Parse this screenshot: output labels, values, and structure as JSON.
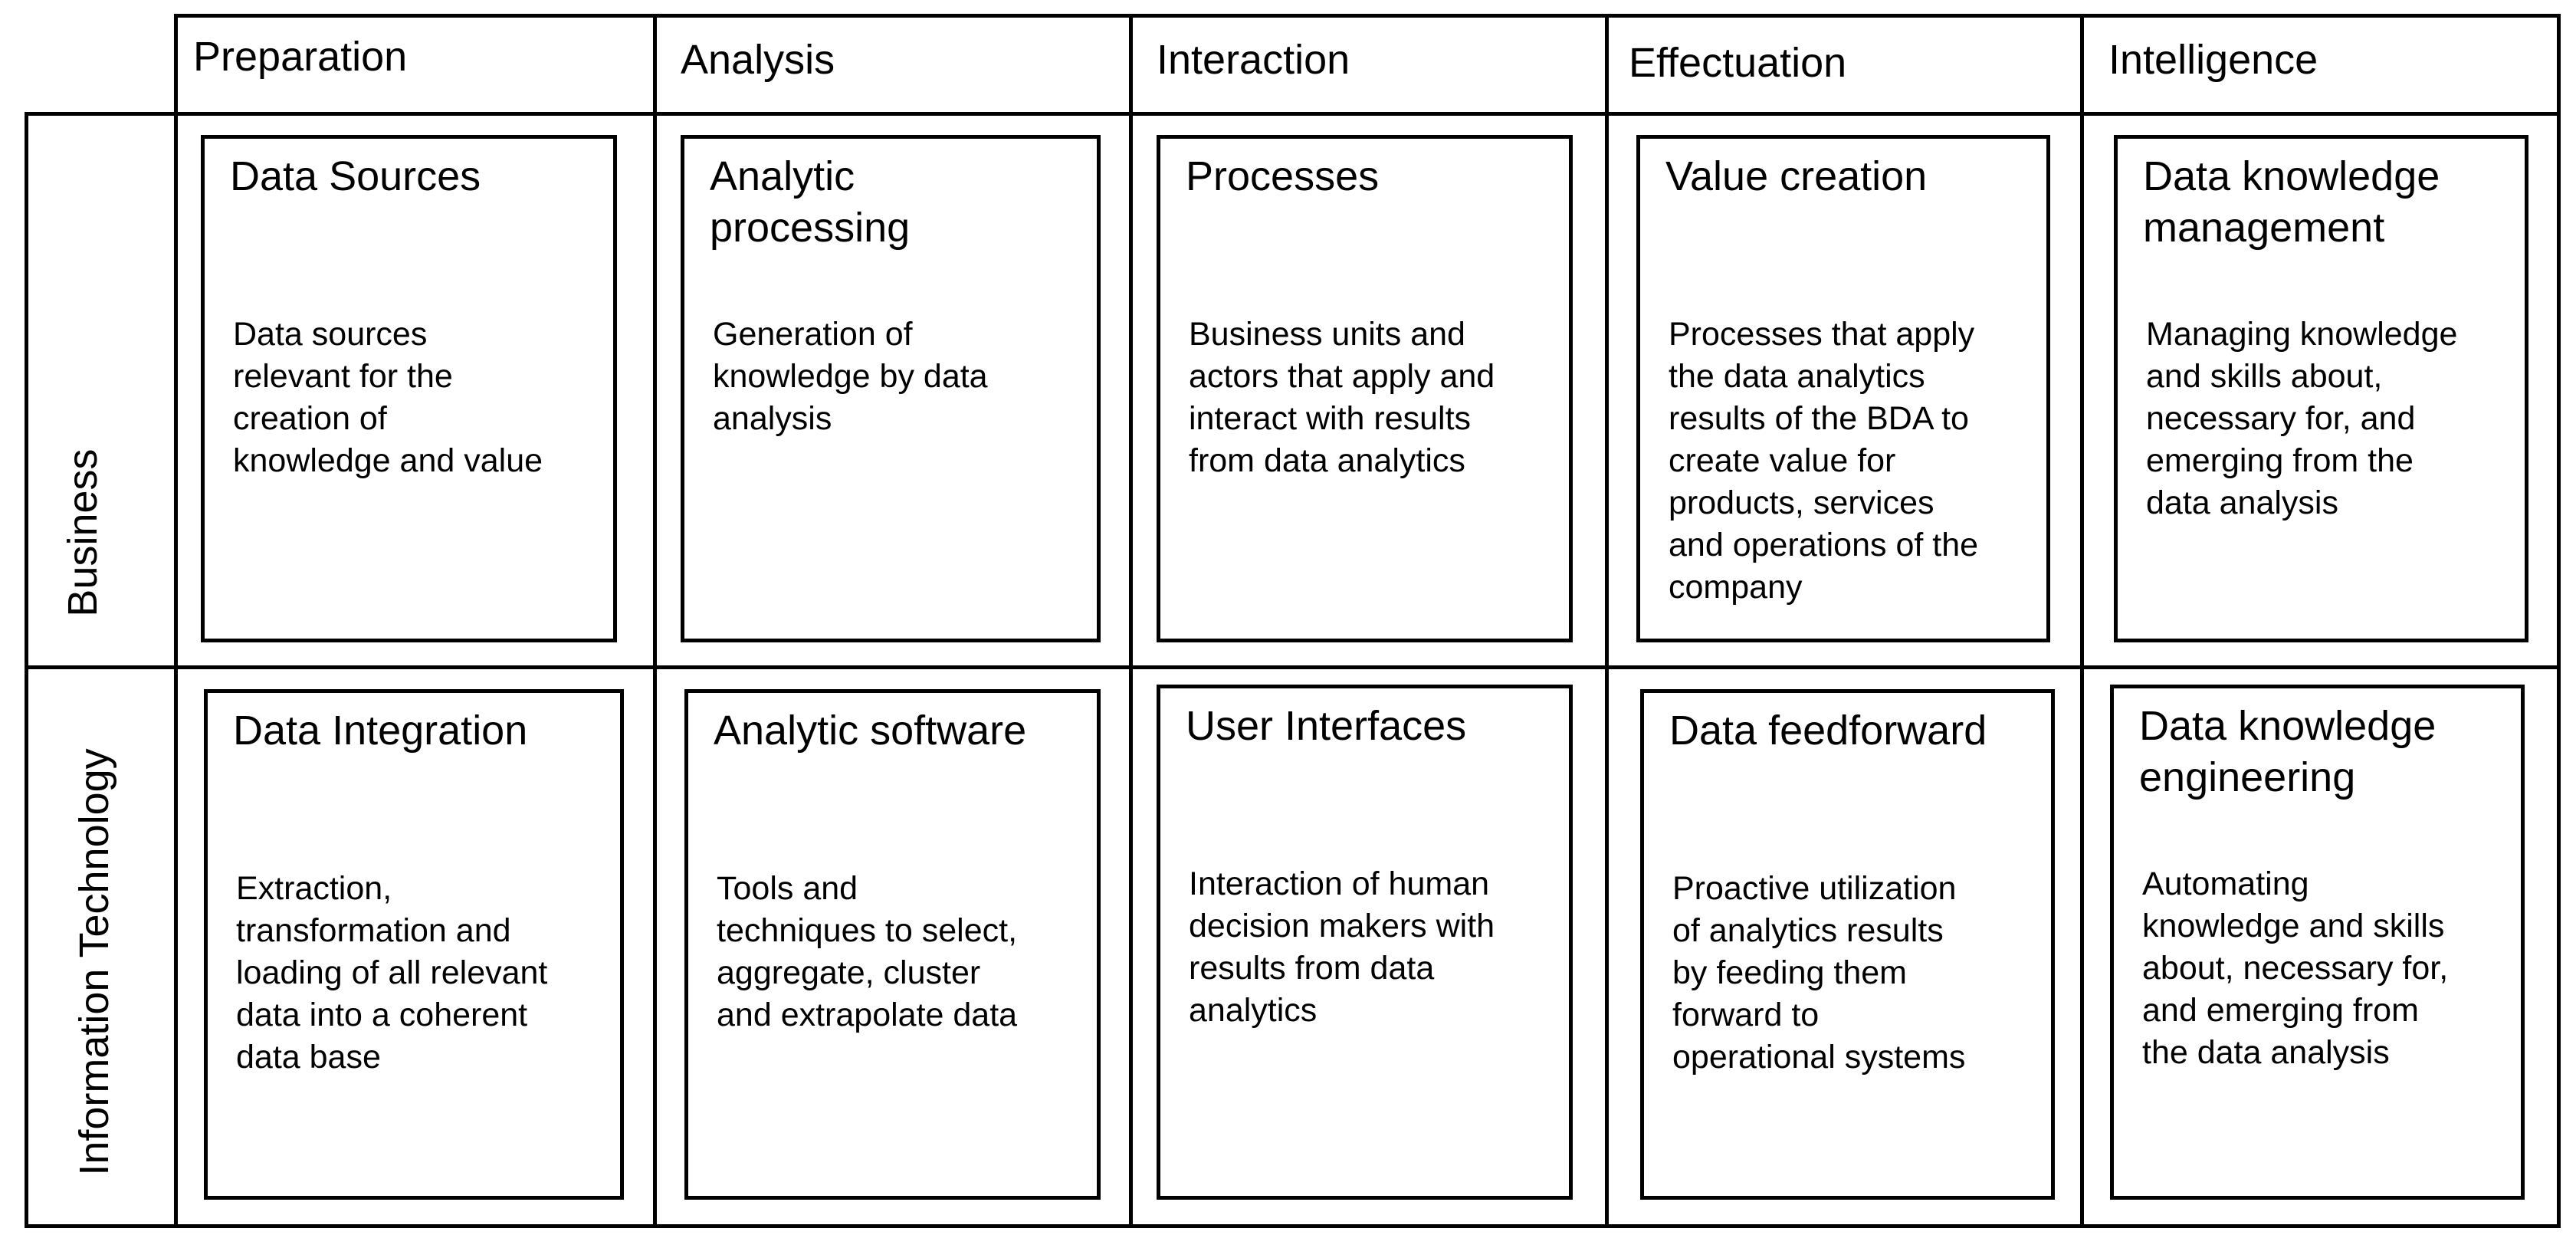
{
  "columns": [
    "Preparation",
    "Analysis",
    "Interaction",
    "Effectuation",
    "Intelligence"
  ],
  "rows": [
    "Business",
    "Information Technology"
  ],
  "cells": {
    "business": [
      {
        "title": [
          "Data Sources"
        ],
        "desc": [
          "Data sources",
          "relevant for the",
          "creation of",
          "knowledge and value"
        ]
      },
      {
        "title": [
          "Analytic",
          "processing"
        ],
        "desc": [
          "Generation of",
          "knowledge by data",
          "analysis"
        ]
      },
      {
        "title": [
          "Processes"
        ],
        "desc": [
          "Business units and",
          "actors that apply and",
          "interact with results",
          "from data analytics"
        ]
      },
      {
        "title": [
          "Value creation"
        ],
        "desc": [
          "Processes that apply",
          "the data analytics",
          "results of the BDA to",
          "create value for",
          "products, services",
          "and operations of the",
          "company"
        ]
      },
      {
        "title": [
          "Data knowledge",
          "management"
        ],
        "desc": [
          "Managing knowledge",
          "and skills about,",
          "necessary for, and",
          "emerging from the",
          "data analysis"
        ]
      }
    ],
    "it": [
      {
        "title": [
          "Data Integration"
        ],
        "desc": [
          "Extraction,",
          "transformation and",
          "loading of all relevant",
          "data into a coherent",
          "data base"
        ]
      },
      {
        "title": [
          "Analytic software"
        ],
        "desc": [
          "Tools and",
          "techniques to select,",
          "aggregate, cluster",
          "and extrapolate data"
        ]
      },
      {
        "title": [
          "User Interfaces"
        ],
        "desc": [
          "Interaction of human",
          "decision makers with",
          "results from data",
          "analytics"
        ]
      },
      {
        "title": [
          "Data feedforward"
        ],
        "desc": [
          "Proactive utilization",
          "of analytics results",
          "by feeding them",
          "forward to",
          "operational systems"
        ]
      },
      {
        "title": [
          "Data knowledge",
          "engineering"
        ],
        "desc": [
          "Automating",
          "knowledge and skills",
          "about, necessary for,",
          "and emerging from",
          "the data analysis"
        ]
      }
    ]
  }
}
